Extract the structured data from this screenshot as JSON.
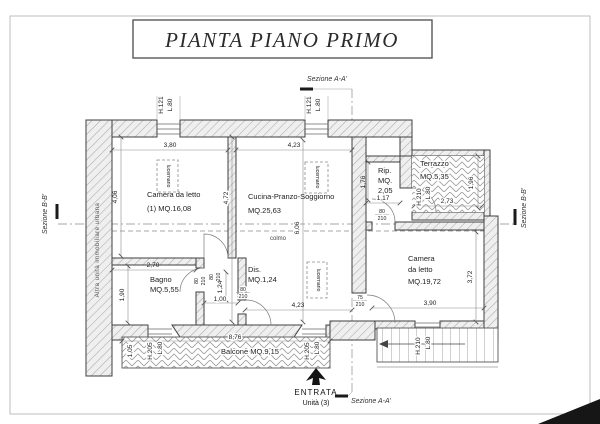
{
  "title": "PIANTA PIANO PRIMO",
  "sections": {
    "top": "Sezione A-A'",
    "bottom": "Sezione A-A'",
    "left": "Sezione B-B'",
    "right": "Sezione B-B'"
  },
  "labels": {
    "other_unit": "Altra unità immobiliare urbana",
    "colmo": "colmo",
    "lucernario": "lucernario",
    "entrata1": "ENTRATA",
    "entrata2": "Unità (3)"
  },
  "rooms": {
    "camera1_name": "Camera da letto",
    "camera1_area": "(1) MQ.16,08",
    "cucina_name": "Cucina-Pranzo-Soggiorno",
    "cucina_area": "MQ.25,63",
    "camera2_l1": "Camera",
    "camera2_l2": "da letto",
    "camera2_l3": "MQ.19,72",
    "bagno_name": "Bagno",
    "bagno_area": "MQ.5,55",
    "dis_name": "Dis.",
    "dis_area": "MQ.1,24",
    "rip_l1": "Rip.",
    "rip_l2": "MQ.",
    "rip_l3": "2,05",
    "terrazzo_name": "Terrazzo",
    "terrazzo_area": "MQ.5,35",
    "balcone": "Balcone MQ.9,15"
  },
  "dims": {
    "camera1_w": "3,80",
    "cucina_w": "4,23",
    "camera1_h": "4,06",
    "mid_h": "4,72",
    "tot_h": "6,06",
    "rip_h": "1,76",
    "rip_w": "1,17",
    "terr_h": "1,96",
    "terr_w": "2,73",
    "cam2_h": "3,72",
    "cam2_w": "3,90",
    "bagno_w": "2,70",
    "bagno_h": "1,90",
    "dis_h": "1,24",
    "dis_w": "1,00",
    "cucina_b": "4,23",
    "balcone_w": "8,76",
    "balcone_d": "1,05",
    "win_w": "L.80",
    "win_h": "H.121",
    "door_h": "H.210",
    "door_w": "L.80",
    "bal_h": "H.205",
    "bal_w": "L.80",
    "d80": "80",
    "d210": "210",
    "d75": "75"
  }
}
